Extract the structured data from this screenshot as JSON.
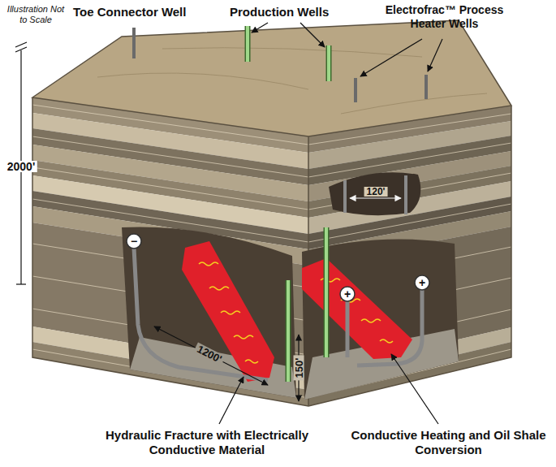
{
  "diagram": {
    "labels": [
      "Illustration Not to Scale",
      "Toe Connector Well",
      "Production Wells",
      "Electrofrac™ Process Heater Wells",
      "2000'",
      "120'",
      "1200'",
      "150'",
      "Hydraulic Fracture with Electrically Conductive Material",
      "Conductive Heating and Oil Shale Conversion",
      "−",
      "+",
      "+"
    ]
  }
}
